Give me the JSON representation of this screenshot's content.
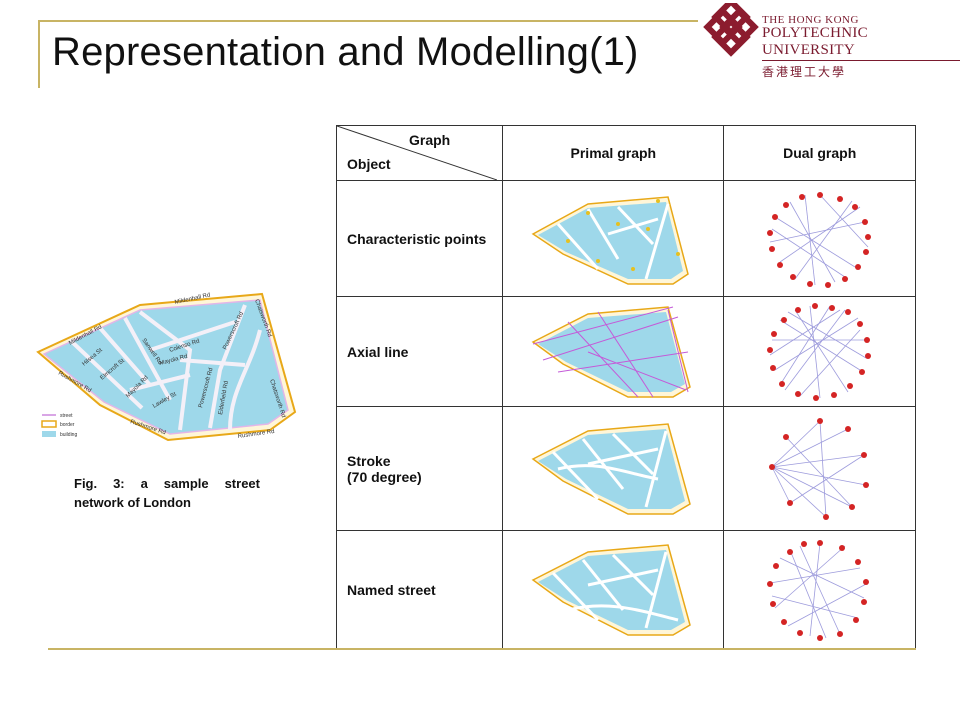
{
  "title": "Representation and Modelling(1)",
  "university": {
    "line1": "THE HONG KONG",
    "line2": "POLYTECHNIC UNIVERSITY",
    "line3": "香港理工大學"
  },
  "figure": {
    "caption": "Fig. 3: a sample street network of London",
    "street_labels": [
      "Mildenhall Rd",
      "Mildenhall Rd",
      "Colenso Rd",
      "Hilsea St",
      "Elmcroft St",
      "Sanwell Rd",
      "Mayola Rd",
      "Powerscroft Rd",
      "Mayola Rd",
      "Chatsworth Rd",
      "Powerscroft Rd",
      "Elderfield Rd",
      "Lawley St",
      "Rushmore Rd",
      "Rushmore Rd",
      "Rushmore Rd",
      "Chatsworth Rd"
    ],
    "legend": [
      "street",
      "border",
      "building"
    ]
  },
  "table": {
    "corner_graph": "Graph",
    "corner_object": "Object",
    "col_primal": "Primal graph",
    "col_dual": "Dual graph",
    "rows": [
      {
        "object": "Characteristic points"
      },
      {
        "object": "Axial line"
      },
      {
        "object": "Stroke\n(70 degree)"
      },
      {
        "object": "Named street"
      }
    ]
  }
}
